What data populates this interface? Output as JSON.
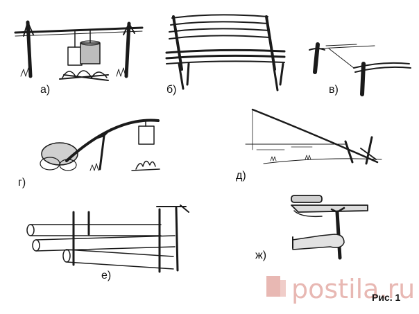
{
  "labels": {
    "a": "а)",
    "b": "б)",
    "v": "в)",
    "g": "г)",
    "d": "д)",
    "e": "е)",
    "zh": "ж)"
  },
  "caption": "Рис. 1",
  "watermark": "postila.ru",
  "colors": {
    "ink": "#1a1a1a",
    "watermark": "#e8b8b3"
  }
}
